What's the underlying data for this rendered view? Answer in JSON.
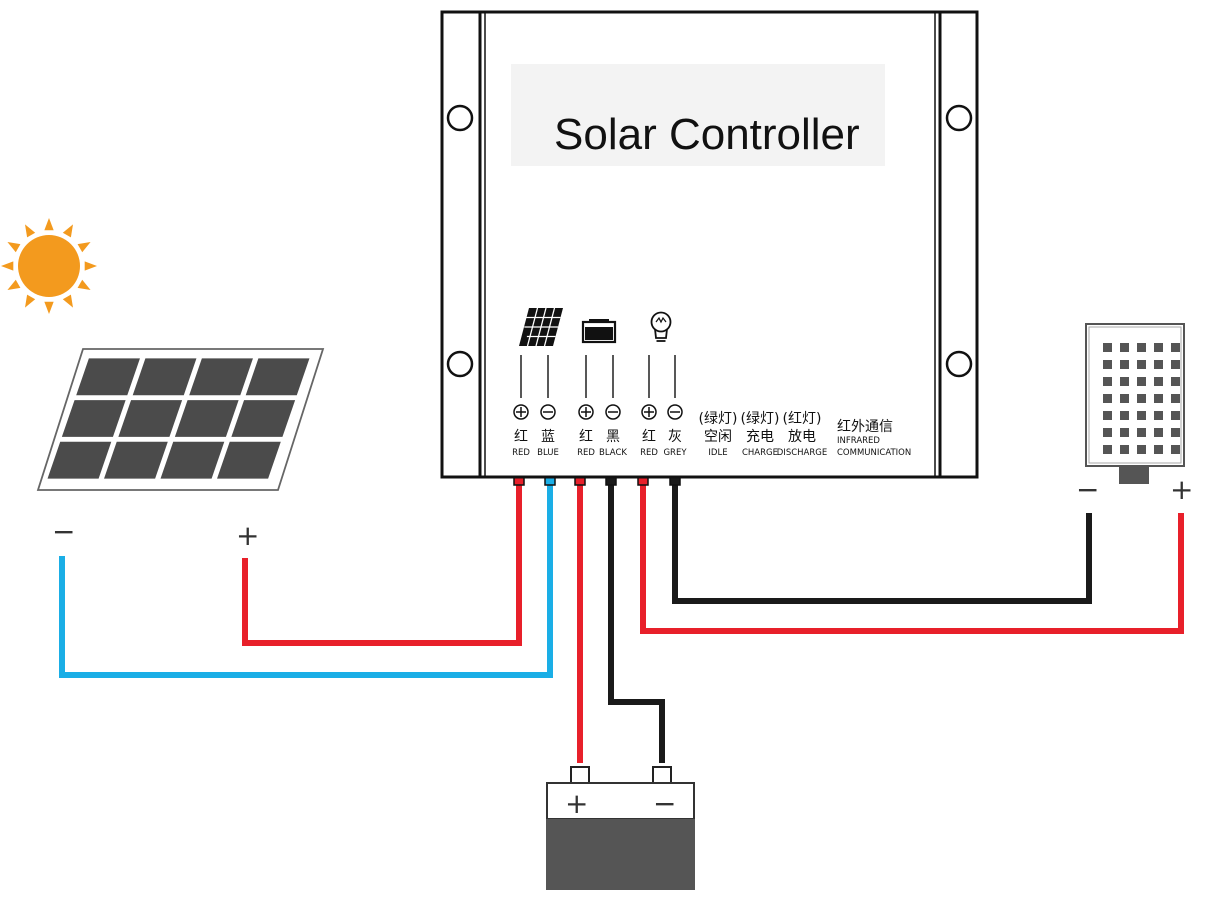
{
  "controller": {
    "title": "Solar Controller",
    "terminals": [
      {
        "cn": "红",
        "en": "RED"
      },
      {
        "cn": "蓝",
        "en": "BLUE"
      },
      {
        "cn": "红",
        "en": "RED"
      },
      {
        "cn": "黑",
        "en": "BLACK"
      },
      {
        "cn": "红",
        "en": "RED"
      },
      {
        "cn": "灰",
        "en": "GREY"
      }
    ],
    "indicators": [
      {
        "paren": "(绿灯)",
        "cn": "空闲",
        "en": "IDLE"
      },
      {
        "paren": "(绿灯)",
        "cn": "充电",
        "en": "CHARGE"
      },
      {
        "paren": "(红灯)",
        "cn": "放电",
        "en": "DISCHARGE"
      }
    ],
    "infrared": {
      "cn": "红外通信",
      "en_line1": "INFRARED",
      "en_line2": "COMMUNICATION"
    }
  },
  "panel_signs": {
    "minus": "−",
    "plus": "+"
  },
  "battery_signs": {
    "plus": "+",
    "minus": "−"
  },
  "load_signs": {
    "minus": "−",
    "plus": "+"
  },
  "colors": {
    "red_wire": "#e8202a",
    "blue_wire": "#1aaee6",
    "black_wire": "#1a1a1a",
    "sun": "#f39a1e",
    "panel_cell": "#4b4b4b",
    "battery_body": "#555555"
  },
  "icons": [
    "sun-icon",
    "solar-panel-icon",
    "battery-icon",
    "bulb-icon",
    "led-grid-icon"
  ]
}
